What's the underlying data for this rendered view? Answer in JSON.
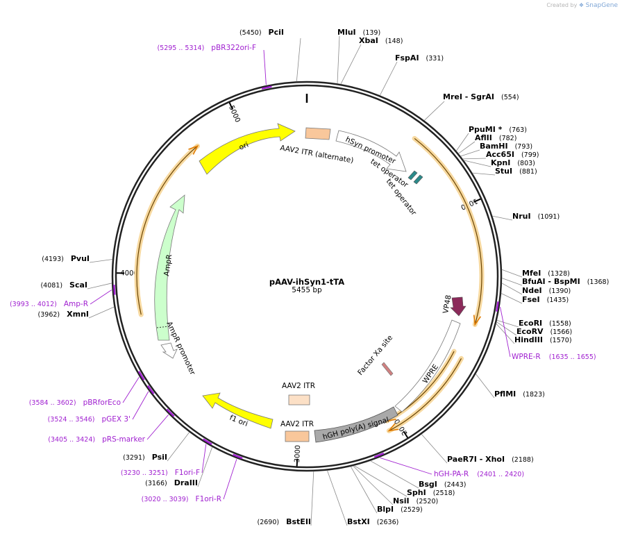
{
  "credit": {
    "created_by": "Created by",
    "brand": "SnapGene"
  },
  "plasmid": {
    "name": "pAAV-ihSyn1-tTA",
    "length_label": "5455 bp"
  },
  "colors": {
    "ori": "#ffff00",
    "ampr": "#ccffcc",
    "itr": "#f9c79b",
    "itr_light": "#fce0c6",
    "hsyn": "#ffffff",
    "tet_operator": "#2b8a8a",
    "vp48": "#8b2a5a",
    "factor_xa": "#d08080",
    "polyA": "#a9a9a9",
    "orf_glow": "#f7d9a0",
    "orf_arrow": "#e07b00",
    "primer": "#a020d0"
  },
  "ticks": [
    {
      "label": "1000"
    },
    {
      "label": "2000"
    },
    {
      "label": "3000"
    },
    {
      "label": "4000"
    },
    {
      "label": "5000"
    }
  ],
  "sites": [
    {
      "name": "PciI",
      "pos": "(5450)"
    },
    {
      "name": "MluI",
      "pos": "(139)"
    },
    {
      "name": "XbaI",
      "pos": "(148)"
    },
    {
      "name": "FspAI",
      "pos": "(331)"
    },
    {
      "name": "MreI - SgrAI",
      "pos": "(554)"
    },
    {
      "name": "PpuMI *",
      "pos": "(763)"
    },
    {
      "name": "AflII",
      "pos": "(782)"
    },
    {
      "name": "BamHI",
      "pos": "(793)"
    },
    {
      "name": "Acc65I",
      "pos": "(799)"
    },
    {
      "name": "KpnI",
      "pos": "(803)"
    },
    {
      "name": "StuI",
      "pos": "(881)"
    },
    {
      "name": "NruI",
      "pos": "(1091)"
    },
    {
      "name": "MfeI",
      "pos": "(1328)"
    },
    {
      "name": "BfuAI - BspMI",
      "pos": "(1368)"
    },
    {
      "name": "NdeI",
      "pos": "(1390)"
    },
    {
      "name": "FseI",
      "pos": "(1435)"
    },
    {
      "name": "EcoRI",
      "pos": "(1558)"
    },
    {
      "name": "EcoRV",
      "pos": "(1566)"
    },
    {
      "name": "HindIII",
      "pos": "(1570)"
    },
    {
      "name": "PflMI",
      "pos": "(1823)"
    },
    {
      "name": "PaeR7I - XhoI",
      "pos": "(2188)"
    },
    {
      "name": "BsgI",
      "pos": "(2443)"
    },
    {
      "name": "SphI",
      "pos": "(2518)"
    },
    {
      "name": "NsiI",
      "pos": "(2520)"
    },
    {
      "name": "BlpI",
      "pos": "(2529)"
    },
    {
      "name": "BstXI",
      "pos": "(2636)"
    },
    {
      "name": "BstEII",
      "pos": "(2690)"
    },
    {
      "name": "DraIII",
      "pos": "(3166)"
    },
    {
      "name": "PsiI",
      "pos": "(3291)"
    },
    {
      "name": "XmnI",
      "pos": "(3962)"
    },
    {
      "name": "ScaI",
      "pos": "(4081)"
    },
    {
      "name": "PvuI",
      "pos": "(4193)"
    }
  ],
  "primers": [
    {
      "name": "pBR322ori-F",
      "pos": "(5295 .. 5314)"
    },
    {
      "name": "WPRE-R",
      "pos": "(1635 .. 1655)"
    },
    {
      "name": "hGH-PA-R",
      "pos": "(2401 .. 2420)"
    },
    {
      "name": "F1ori-R",
      "pos": "(3020 .. 3039)"
    },
    {
      "name": "F1ori-F",
      "pos": "(3230 .. 3251)"
    },
    {
      "name": "pRS-marker",
      "pos": "(3405 .. 3424)"
    },
    {
      "name": "pGEX 3'",
      "pos": "(3524 .. 3546)"
    },
    {
      "name": "pBRforEco",
      "pos": "(3584 .. 3602)"
    },
    {
      "name": "Amp-R",
      "pos": "(3993 .. 4012)"
    }
  ],
  "features": {
    "ori": "ori",
    "itr_alt": "AAV2 ITR (alternate)",
    "hsyn": "hSyn promoter",
    "tet1": "tet operator",
    "tet2": "tet operator",
    "vp48": "VP48",
    "factor_xa": "Factor Xa site",
    "wpre": "WPRE",
    "polyA": "hGH poly(A) signal",
    "itr1": "AAV2 ITR",
    "itr2": "AAV2 ITR",
    "f1ori": "f1 ori",
    "ampr": "AmpR",
    "ampr_promoter": "AmpR promoter"
  }
}
